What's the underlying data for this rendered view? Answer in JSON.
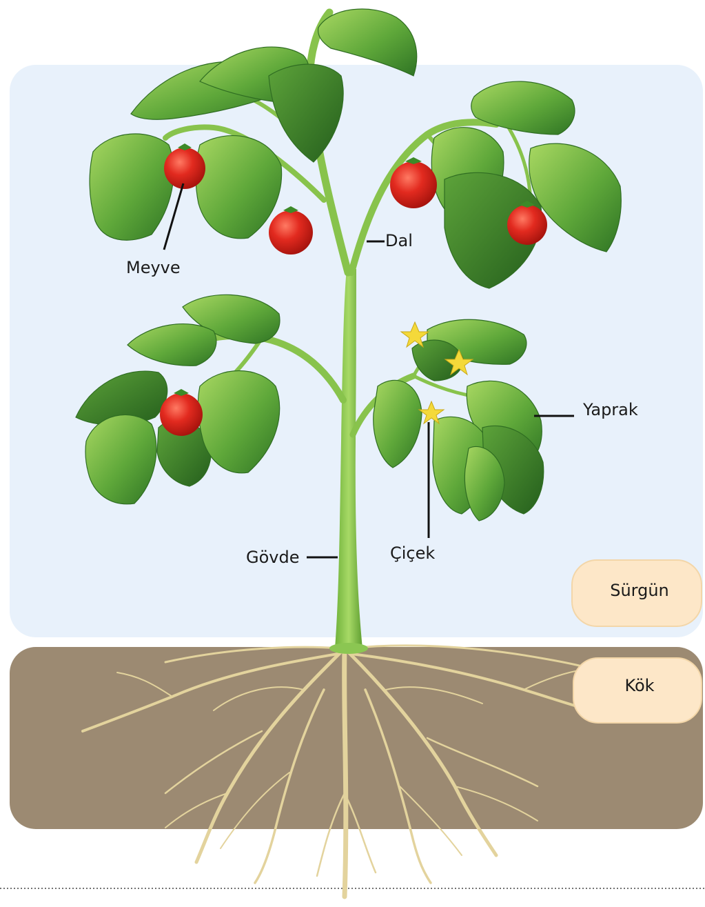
{
  "labels": {
    "fruit": "Meyve",
    "branch": "Dal",
    "leaf": "Yaprak",
    "flower": "Çiçek",
    "stem": "Gövde"
  },
  "regions": {
    "shoot": "Sürgün",
    "root": "Kök"
  },
  "colors": {
    "shoot_bg": "#e8f1fb",
    "soil": "#9c8a72",
    "tag_fill": "#fde7c8",
    "stem": "#7fc244",
    "leaf_dark": "#3f8a2a",
    "leaf_light": "#8cc84b",
    "tomato": "#d8281e",
    "root": "#e6d7a3",
    "flower": "#f4d93a"
  }
}
